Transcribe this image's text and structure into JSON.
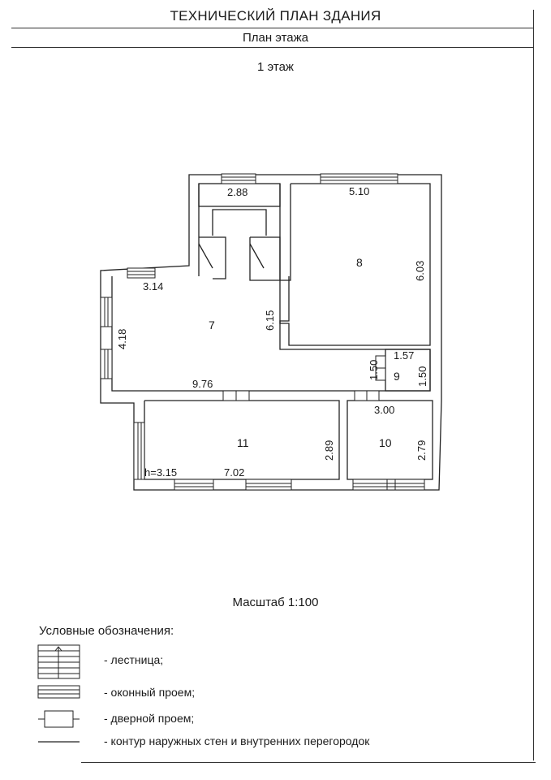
{
  "header": {
    "title": "ТЕХНИЧЕСКИЙ ПЛАН ЗДАНИЯ",
    "subtitle": "План этажа",
    "floor": "1 этаж"
  },
  "plan": {
    "dimensions": {
      "d288": "2.88",
      "d510": "5.10",
      "d603": "6.03",
      "d314": "3.14",
      "d615": "6.15",
      "d418": "4.18",
      "d157": "1.57",
      "d150a": "1.50",
      "d150b": "1.50",
      "d976": "9.76",
      "d300": "3.00",
      "d289": "2.89",
      "d279": "2.79",
      "d702": "7.02",
      "height": "h=3.15"
    },
    "rooms": {
      "r7": "7",
      "r8": "8",
      "r9": "9",
      "r10": "10",
      "r11": "11"
    }
  },
  "scale": "Масштаб 1:100",
  "legend": {
    "title": "Условные обозначения:",
    "stair": "- лестница;",
    "window": "- оконный проем;",
    "door": "- дверной проем;",
    "wall": "- контур наружных стен и внутренних перегородок"
  }
}
